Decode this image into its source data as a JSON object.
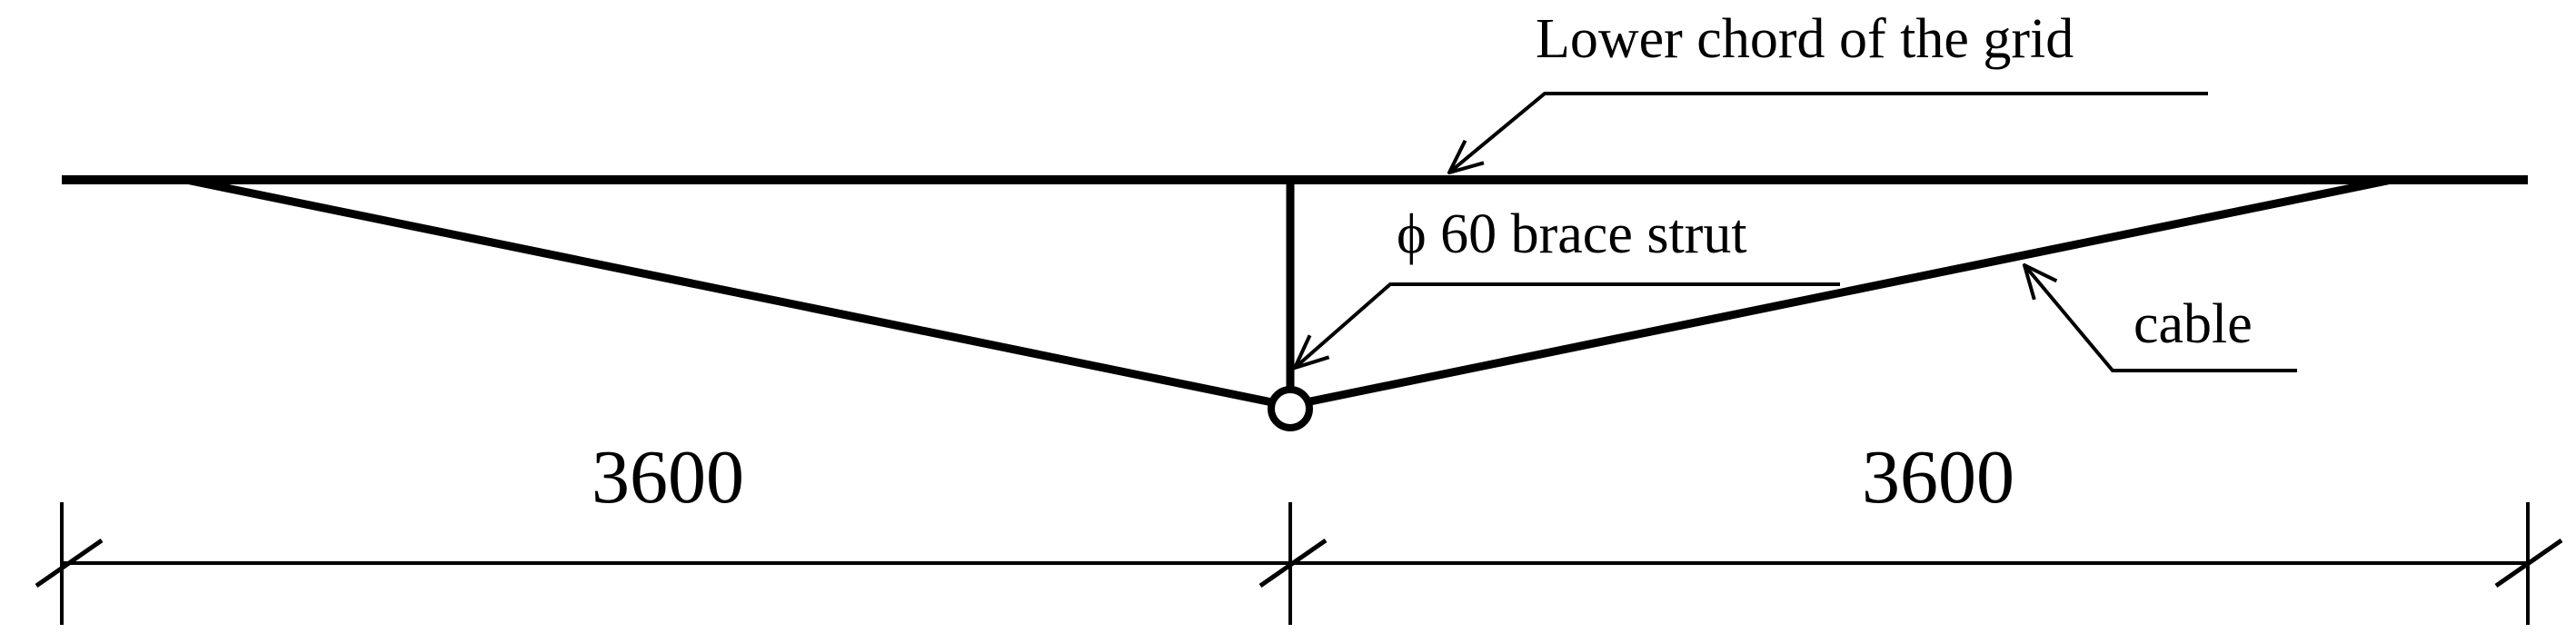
{
  "labels": {
    "lower_chord": "Lower chord of the grid",
    "brace_strut": "ϕ 60 brace strut",
    "cable": "cable"
  },
  "dimensions": {
    "left_span": "3600",
    "right_span": "3600"
  },
  "colors": {
    "line": "#000000",
    "background": "#ffffff"
  }
}
